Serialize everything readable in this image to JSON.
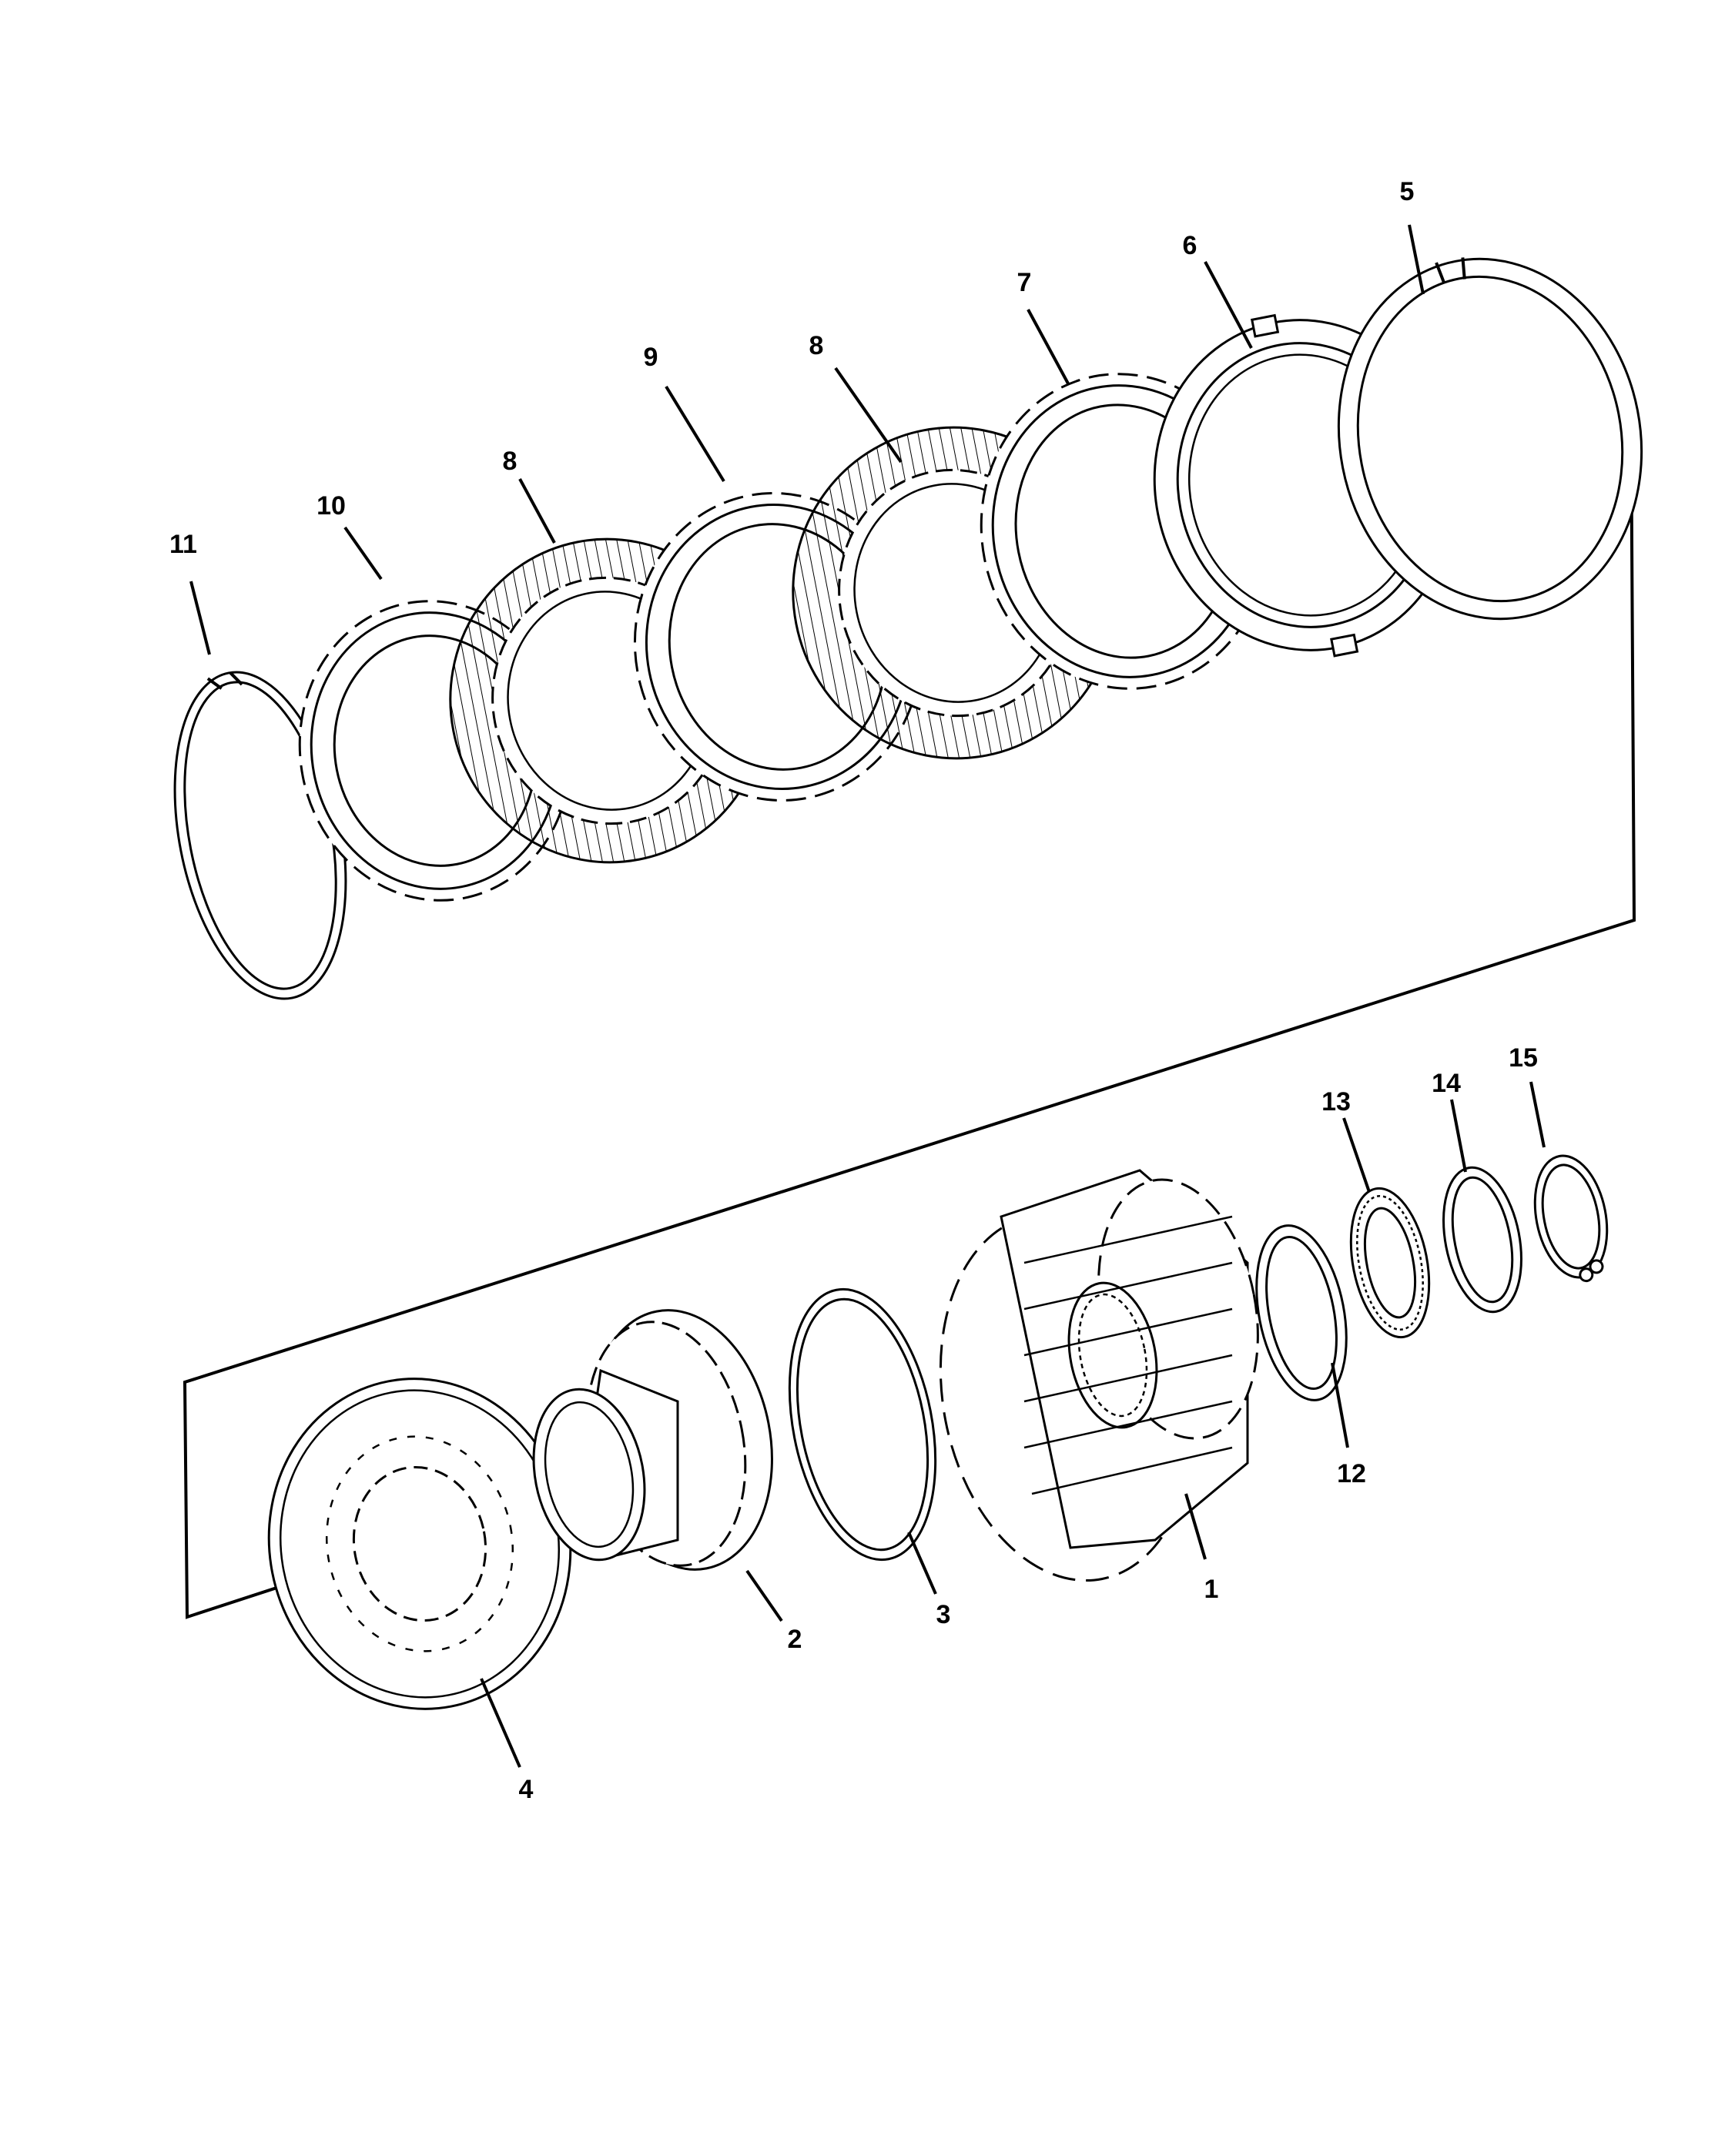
{
  "diagram": {
    "callouts": [
      {
        "id": "c1",
        "label": "1"
      },
      {
        "id": "c2",
        "label": "2"
      },
      {
        "id": "c3",
        "label": "3"
      },
      {
        "id": "c4",
        "label": "4"
      },
      {
        "id": "c5",
        "label": "5"
      },
      {
        "id": "c6",
        "label": "6"
      },
      {
        "id": "c7",
        "label": "7"
      },
      {
        "id": "c8a",
        "label": "8"
      },
      {
        "id": "c9",
        "label": "9"
      },
      {
        "id": "c8b",
        "label": "8"
      },
      {
        "id": "c10",
        "label": "10"
      },
      {
        "id": "c11",
        "label": "11"
      },
      {
        "id": "c12",
        "label": "12"
      },
      {
        "id": "c13",
        "label": "13"
      },
      {
        "id": "c14",
        "label": "14"
      },
      {
        "id": "c15",
        "label": "15"
      }
    ]
  }
}
